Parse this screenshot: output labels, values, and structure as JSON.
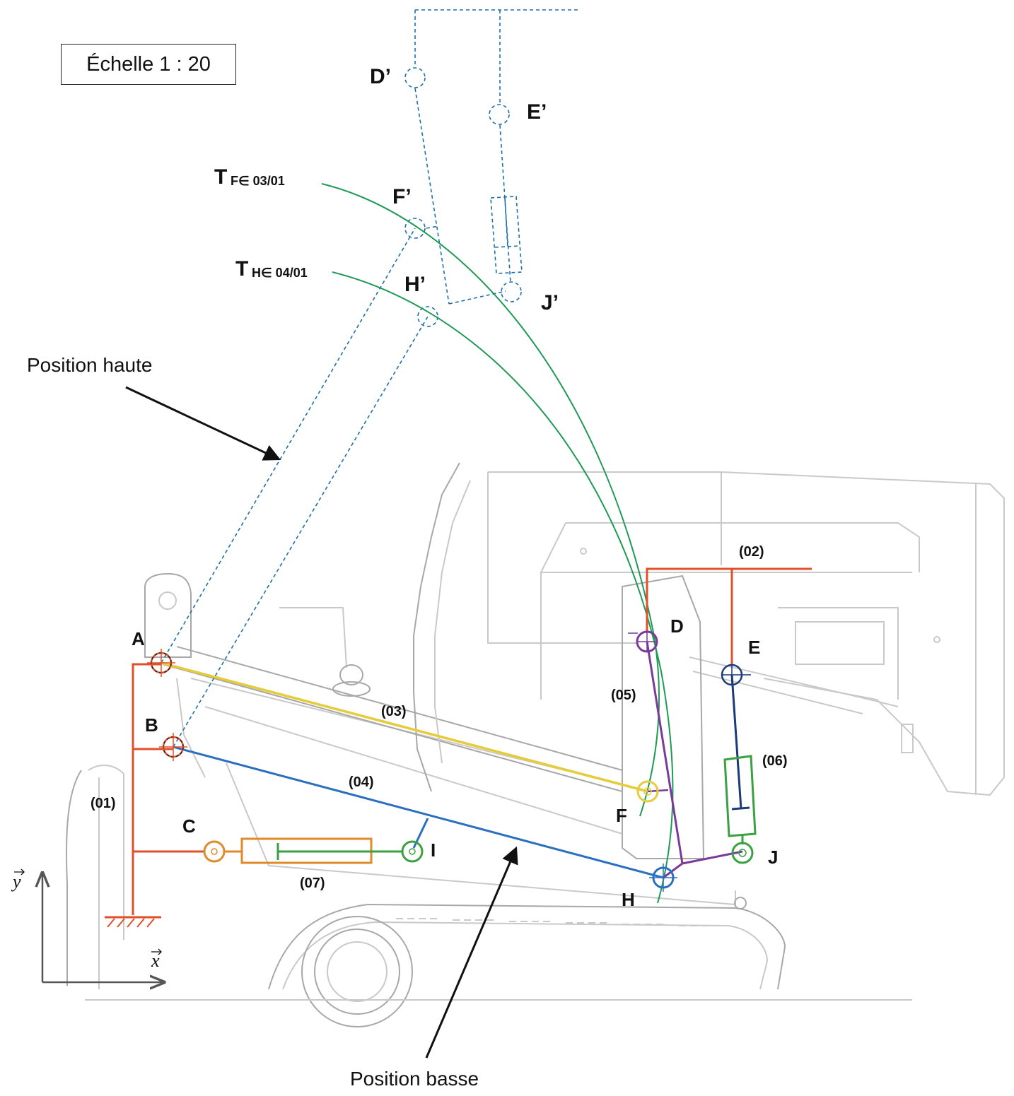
{
  "scale_label": "Échelle 1 : 20",
  "annotations": {
    "position_haute": "Position haute",
    "position_basse": "Position basse"
  },
  "points": {
    "A": "A",
    "B": "B",
    "C": "C",
    "D": "D",
    "E": "E",
    "F": "F",
    "H": "H",
    "I": "I",
    "J": "J",
    "D_prime": "D’",
    "E_prime": "E’",
    "F_prime": "F’",
    "H_prime": "H’",
    "J_prime": "J’"
  },
  "parts": {
    "p01": "(01)",
    "p02": "(02)",
    "p03": "(03)",
    "p04": "(04)",
    "p05": "(05)",
    "p06": "(06)",
    "p07": "(07)"
  },
  "trajectories": {
    "tf_main": "T",
    "tf_sub": "F∈ 03/01",
    "th_main": "T",
    "th_sub": "H∈ 04/01"
  },
  "axes": {
    "x": "x",
    "y": "y"
  },
  "colors": {
    "frame": "#e0502a",
    "arm03": "#e6cc3a",
    "arm04": "#2a6fc0",
    "link05": "#7a3a9a",
    "jack06": "#1a3a7a",
    "jack07": "#e08a2a",
    "rod": "#3aa040",
    "trajectory": "#1e9a55",
    "high_position": "#1f6fa8"
  }
}
